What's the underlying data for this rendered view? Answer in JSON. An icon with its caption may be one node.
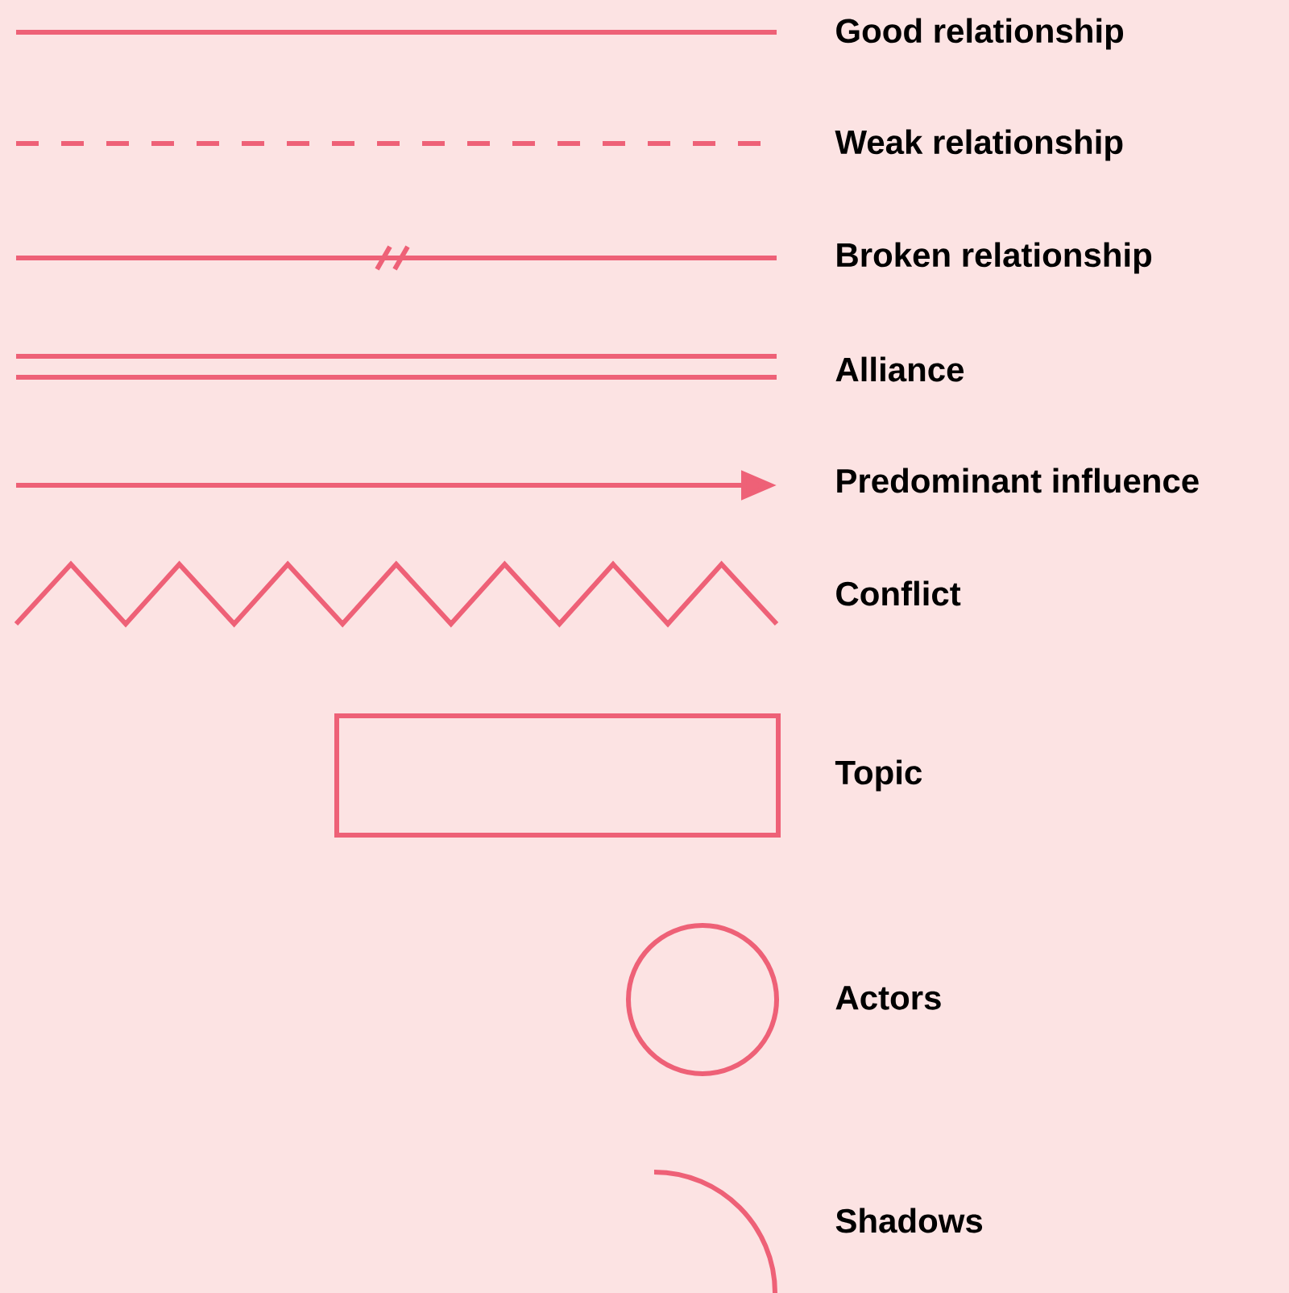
{
  "diagram": {
    "legend": [
      {
        "text": "Good relationship"
      },
      {
        "text": "Weak relationship"
      },
      {
        "text": "Broken relationship"
      },
      {
        "text": "Alliance"
      },
      {
        "text": "Predominant influence"
      },
      {
        "text": "Conflict"
      },
      {
        "text": "Topic"
      },
      {
        "text": "Actors"
      },
      {
        "text": "Shadows"
      }
    ]
  }
}
